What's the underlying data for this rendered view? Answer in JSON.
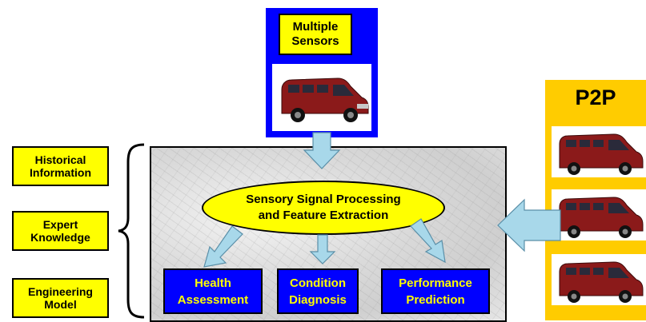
{
  "left_boxes": [
    {
      "label": "Historical\nInformation"
    },
    {
      "label": "Expert\nKnowledge"
    },
    {
      "label": "Engineering\nModel"
    }
  ],
  "top": {
    "label": "Multiple\nSensors",
    "image": "red-van-photo"
  },
  "center": {
    "label": "Sensory Signal Processing\nand Feature Extraction"
  },
  "outputs": [
    {
      "label": "Health\nAssessment"
    },
    {
      "label": "Condition\nDiagnosis"
    },
    {
      "label": "Performance\nPrediction"
    }
  ],
  "p2p": {
    "title": "P2P",
    "images": [
      "red-van-photo",
      "red-van-photo",
      "red-van-photo"
    ]
  },
  "colors": {
    "box_yellow": "#ffff00",
    "box_blue": "#0000ff",
    "p2p_background": "#ffcc00",
    "arrow_fill": "#a8d8ea",
    "van_red": "#8b1a1a"
  }
}
